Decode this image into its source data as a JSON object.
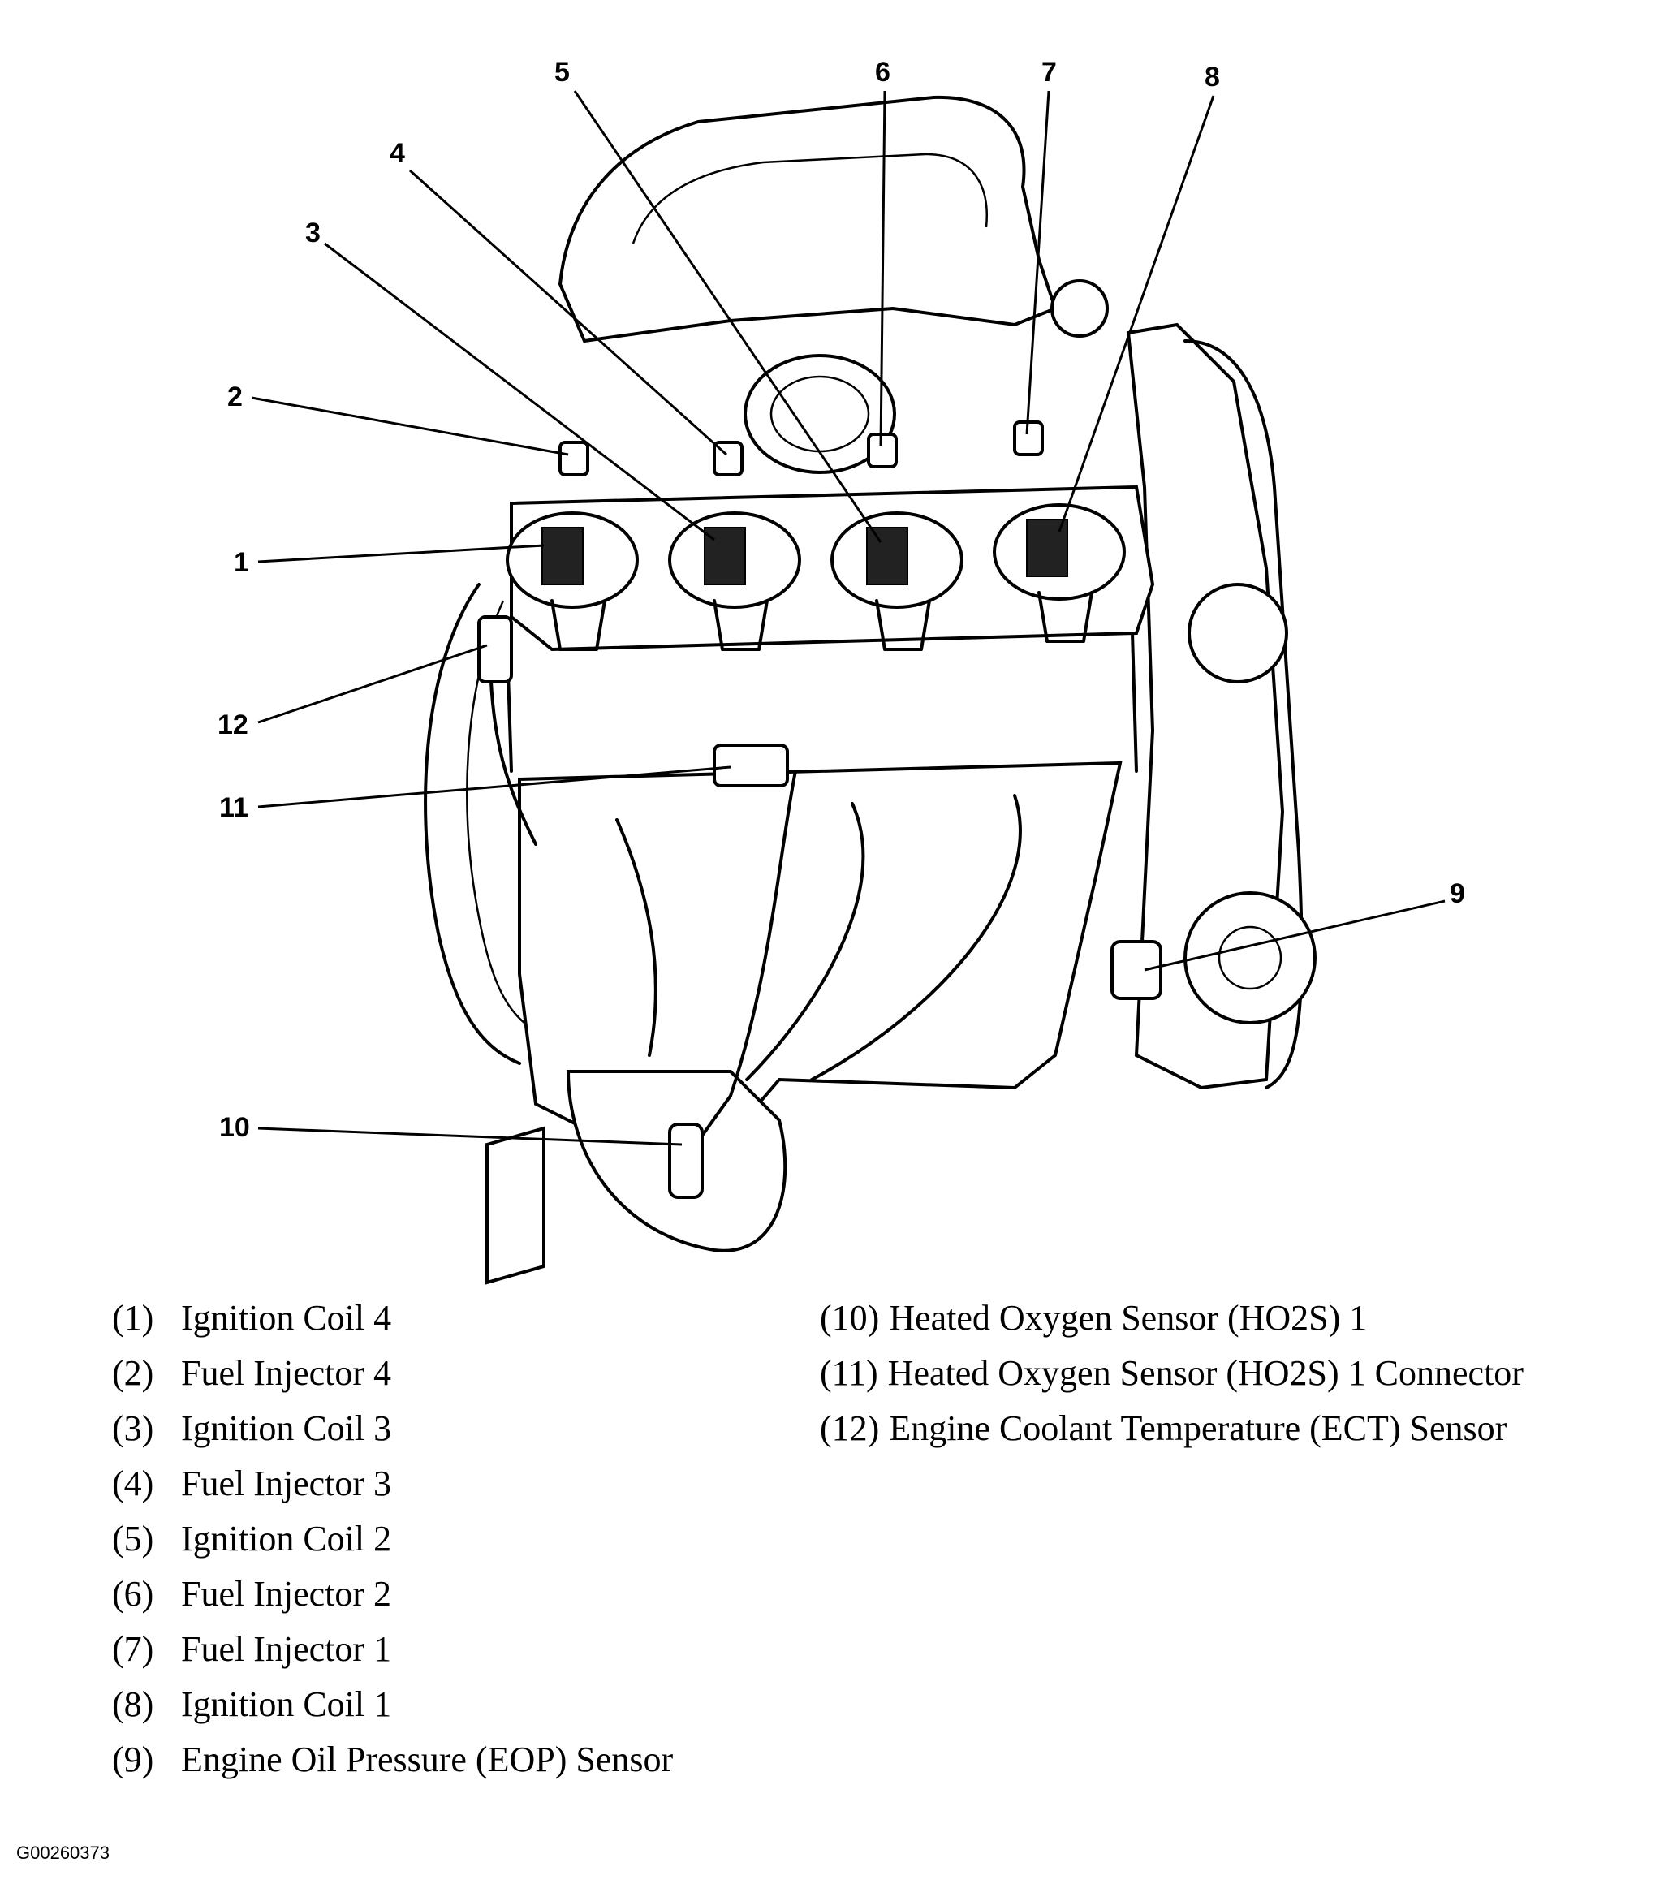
{
  "callouts": [
    {
      "num": "1",
      "label": "Ignition Coil 4"
    },
    {
      "num": "2",
      "label": "Fuel Injector 4"
    },
    {
      "num": "3",
      "label": "Ignition Coil 3"
    },
    {
      "num": "4",
      "label": "Fuel Injector 3"
    },
    {
      "num": "5",
      "label": "Ignition Coil 2"
    },
    {
      "num": "6",
      "label": "Fuel Injector 2"
    },
    {
      "num": "7",
      "label": "Fuel Injector 1"
    },
    {
      "num": "8",
      "label": "Ignition Coil 1"
    },
    {
      "num": "9",
      "label": "Engine Oil Pressure (EOP) Sensor"
    },
    {
      "num": "10",
      "label": "Heated Oxygen Sensor (HO2S) 1"
    },
    {
      "num": "11",
      "label": "Heated Oxygen Sensor (HO2S) 1 Connector"
    },
    {
      "num": "12",
      "label": "Engine Coolant Temperature (ECT) Sensor"
    }
  ],
  "legend_left": [
    {
      "num": "(1)",
      "label": "Ignition Coil 4"
    },
    {
      "num": "(2)",
      "label": "Fuel Injector 4"
    },
    {
      "num": "(3)",
      "label": "Ignition Coil 3"
    },
    {
      "num": "(4)",
      "label": "Fuel Injector 3"
    },
    {
      "num": "(5)",
      "label": "Ignition Coil 2"
    },
    {
      "num": "(6)",
      "label": "Fuel Injector 2"
    },
    {
      "num": "(7)",
      "label": "Fuel Injector 1"
    },
    {
      "num": "(8)",
      "label": "Ignition Coil 1"
    },
    {
      "num": "(9)",
      "label": "Engine Oil Pressure (EOP) Sensor"
    }
  ],
  "legend_right": [
    {
      "num": "(10)",
      "label": "Heated Oxygen Sensor (HO2S) 1"
    },
    {
      "num": "(11)",
      "label": "Heated Oxygen Sensor (HO2S) 1 Connector"
    },
    {
      "num": "(12)",
      "label": "Engine Coolant Temperature (ECT) Sensor"
    }
  ],
  "figure_id": "G00260373"
}
